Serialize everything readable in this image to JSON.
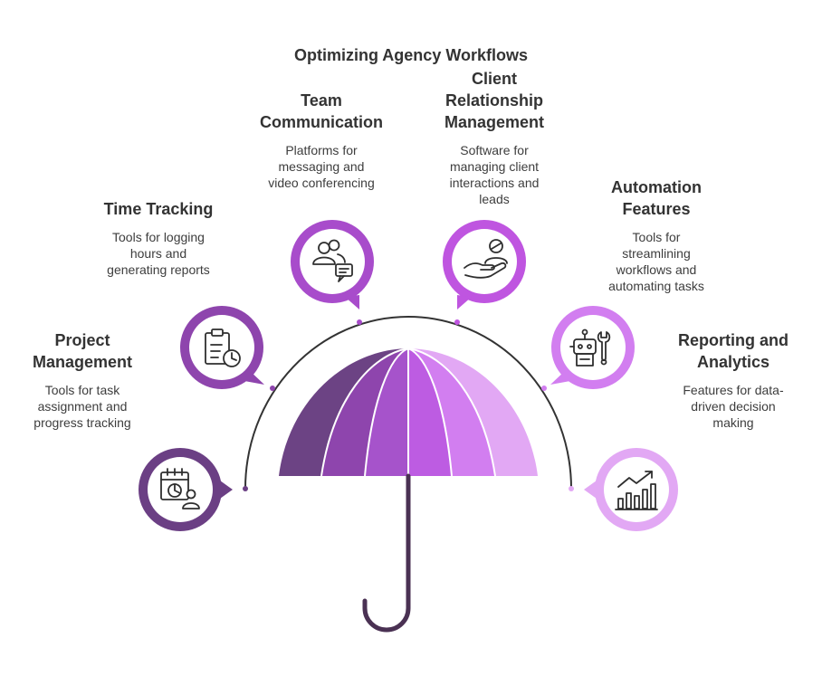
{
  "title": "Optimizing Agency Workflows",
  "items": [
    {
      "id": "project-management",
      "heading": [
        "Project",
        "Management"
      ],
      "description": [
        "Tools for task",
        "assignment and",
        "progress tracking"
      ],
      "icon": "calendar-chart-user-icon",
      "color": "#6b3f84"
    },
    {
      "id": "time-tracking",
      "heading": [
        "Time Tracking"
      ],
      "description": [
        "Tools for logging",
        "hours and",
        "generating reports"
      ],
      "icon": "clipboard-clock-icon",
      "color": "#8e45ad"
    },
    {
      "id": "team-communication",
      "heading": [
        "Team",
        "Communication"
      ],
      "description": [
        "Platforms for",
        "messaging and",
        "video conferencing"
      ],
      "icon": "users-chat-icon",
      "color": "#a84ccb"
    },
    {
      "id": "client-relationship-management",
      "heading": [
        "Client",
        "Relationship",
        "Management"
      ],
      "description": [
        "Software for",
        "managing client",
        "interactions and",
        "leads"
      ],
      "icon": "hand-person-icon",
      "color": "#bf55e0"
    },
    {
      "id": "automation-features",
      "heading": [
        "Automation",
        "Features"
      ],
      "description": [
        "Tools for",
        "streamlining",
        "workflows and",
        "automating tasks"
      ],
      "icon": "robot-wrench-icon",
      "color": "#d27ef0"
    },
    {
      "id": "reporting-and-analytics",
      "heading": [
        "Reporting and",
        "Analytics"
      ],
      "description": [
        "Features for data-",
        "driven decision",
        "making"
      ],
      "icon": "bar-chart-trend-icon",
      "color": "#e2a8f4"
    }
  ],
  "umbrella": {
    "panel_colors": [
      "#6c4384",
      "#8e45ad",
      "#a653cb",
      "#bd5ce2",
      "#d27ef0",
      "#e2a8f4"
    ],
    "handle_color": "#4a3153",
    "arc_color": "#333333"
  }
}
